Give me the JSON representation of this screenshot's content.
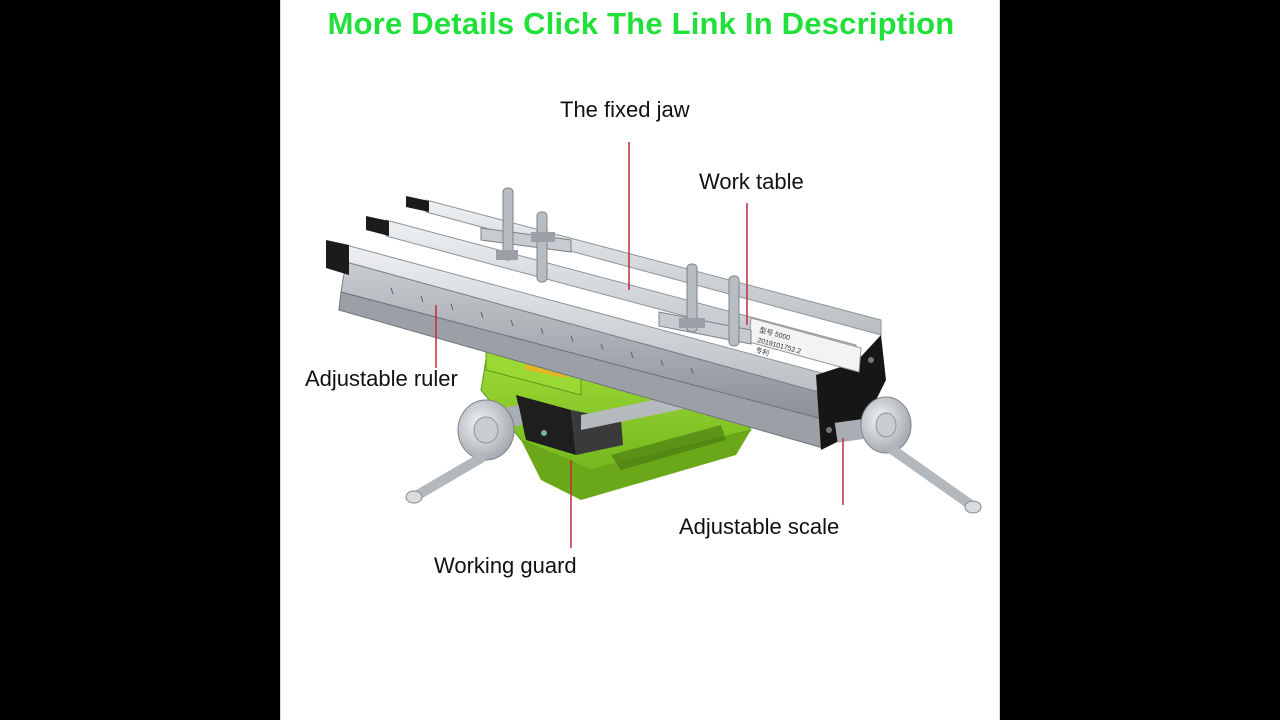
{
  "banner": {
    "text": "More Details Click The Link In Description",
    "color": "#22e03a"
  },
  "labels": {
    "fixed_jaw": "The fixed jaw",
    "work_table": "Work table",
    "adjustable_ruler": "Adjustable ruler",
    "adjustable_scale": "Adjustable scale",
    "working_guard": "Working guard"
  },
  "plate": {
    "line1": "型号 5000",
    "line2": "2019101752.2",
    "line3": "专利"
  },
  "colors": {
    "base_green": "#8fd12c",
    "rail_silver": "#cfd3d6",
    "leader_red": "#c22b3a"
  }
}
